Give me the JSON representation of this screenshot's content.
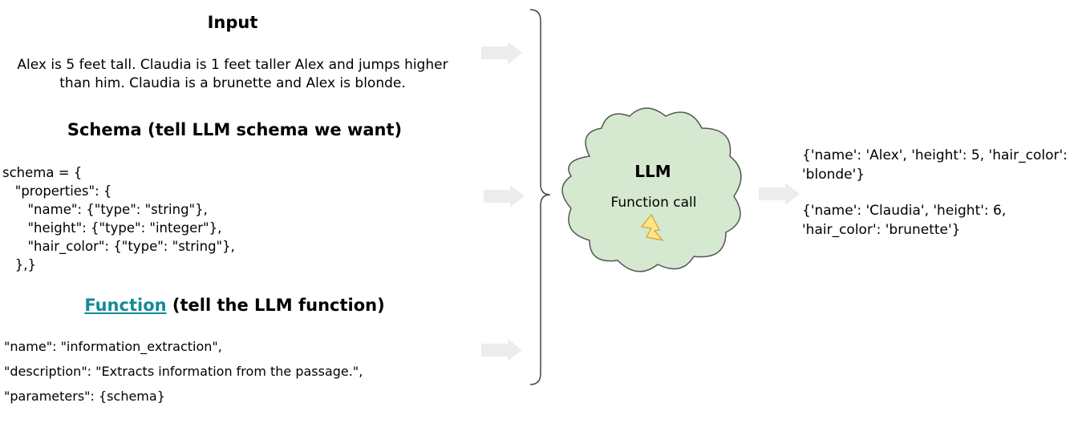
{
  "input": {
    "title": "Input",
    "passage": "Alex is 5 feet tall. Claudia is 1 feet taller Alex and jumps higher than him. Claudia is a brunette and Alex is blonde."
  },
  "schema": {
    "title": "Schema (tell LLM schema we want)",
    "code": "schema = {\n   \"properties\": {\n      \"name\": {\"type\": \"string\"},\n      \"height\": {\"type\": \"integer\"},\n      \"hair_color\": {\"type\": \"string\"},\n   },}"
  },
  "function": {
    "title_link": "Function",
    "title_rest": " (tell the LLM function)",
    "line_name": "\"name\": \"information_extraction\",",
    "line_description": "\"description\": \"Extracts information from the passage.\",",
    "line_parameters": "\"parameters\": {schema}"
  },
  "llm": {
    "label": "LLM",
    "sublabel": "Function call"
  },
  "outputs": {
    "alex": "{'name': 'Alex', 'height': 5, 'hair_color': 'blonde'}",
    "claudia": "{'name': 'Claudia', 'height': 6, 'hair_color': 'brunette'}"
  },
  "colors": {
    "cloud_fill": "#d5e8d0",
    "cloud_stroke": "#555555",
    "arrow_fill": "#ececec",
    "bolt_fill": "#fde58a",
    "bolt_stroke": "#d4a420",
    "link": "#168a96"
  },
  "icons": {
    "bolt": "lightning-bolt-icon"
  }
}
